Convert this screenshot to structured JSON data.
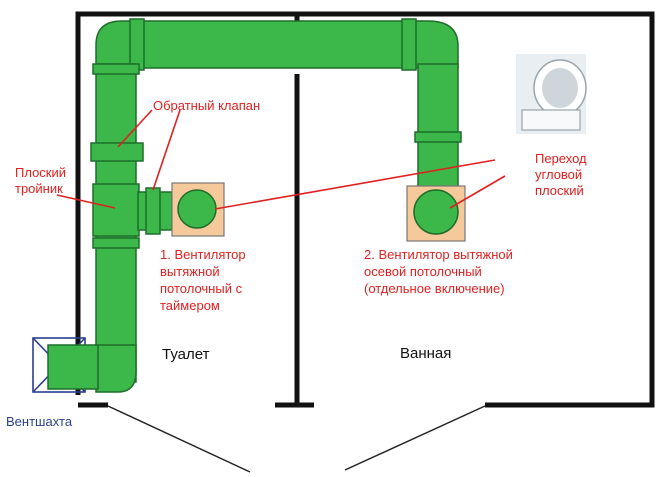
{
  "labels": {
    "check_valve": "Обратный клапан",
    "flat_tee_line1": "Плоский",
    "flat_tee_line2": "тройник",
    "transition_line1": "Переход",
    "transition_line2": "угловой",
    "transition_line3": "плоский",
    "fan1_line1": "1. Вентилятор",
    "fan1_line2": "вытяжной",
    "fan1_line3": "потолочный с",
    "fan1_line4": "таймером",
    "fan2_line1": "2. Вентилятор вытяжной",
    "fan2_line2": "осевой потолочный",
    "fan2_line3": "(отдельное включение)",
    "room_toilet": "Туалет",
    "room_bath": "Ванная",
    "shaft": "Вентшахта"
  },
  "colors": {
    "duct_fill": "#3cb84a",
    "duct_edge": "#1f6e2a",
    "fan_box": "#f5c99a",
    "annotation": "#e02020",
    "shaft": "#2a3f8f",
    "wall": "#111111"
  }
}
